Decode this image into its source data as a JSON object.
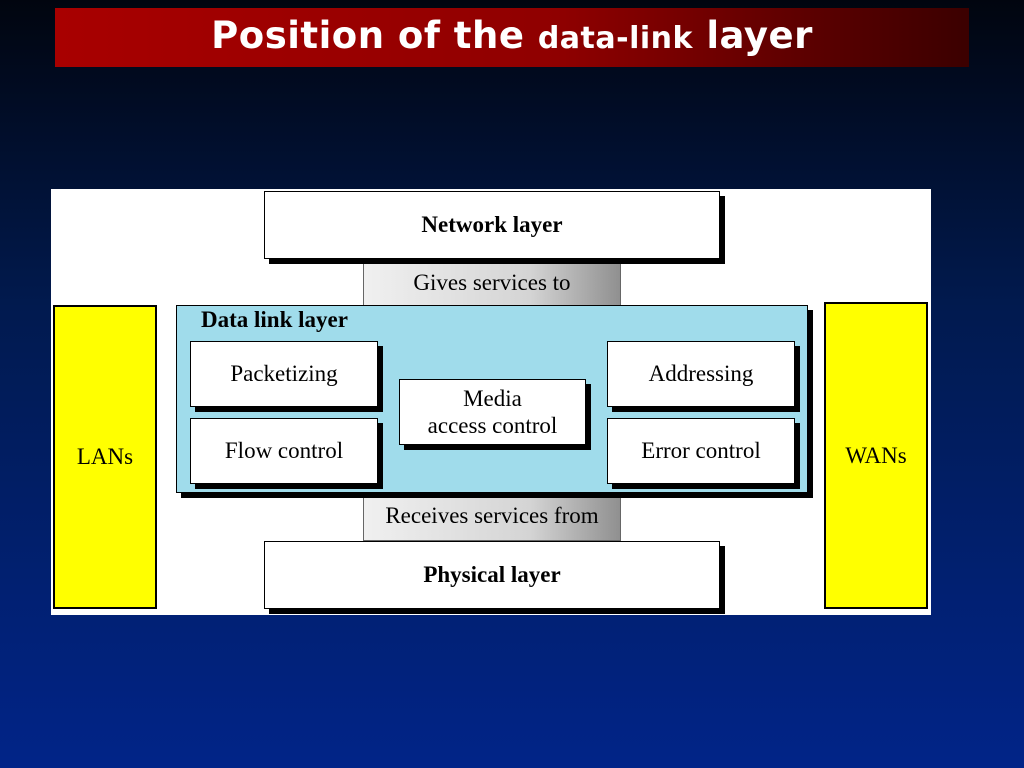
{
  "title": {
    "main": "Position of the",
    "small": "data-link",
    "end": "layer"
  },
  "diagram": {
    "network_layer": "Network layer",
    "gives_services": "Gives services to",
    "data_link_layer": "Data link layer",
    "packetizing": "Packetizing",
    "addressing": "Addressing",
    "media_line1": "Media",
    "media_line2": "access control",
    "flow_control": "Flow control",
    "error_control": "Error control",
    "receives_services": "Receives services from",
    "physical_layer": "Physical layer",
    "lans": "LANs",
    "wans": "WANs"
  },
  "colors": {
    "title_red": "#a80000",
    "dll_blue": "#a0dceb",
    "side_yellow": "#ffff00"
  }
}
